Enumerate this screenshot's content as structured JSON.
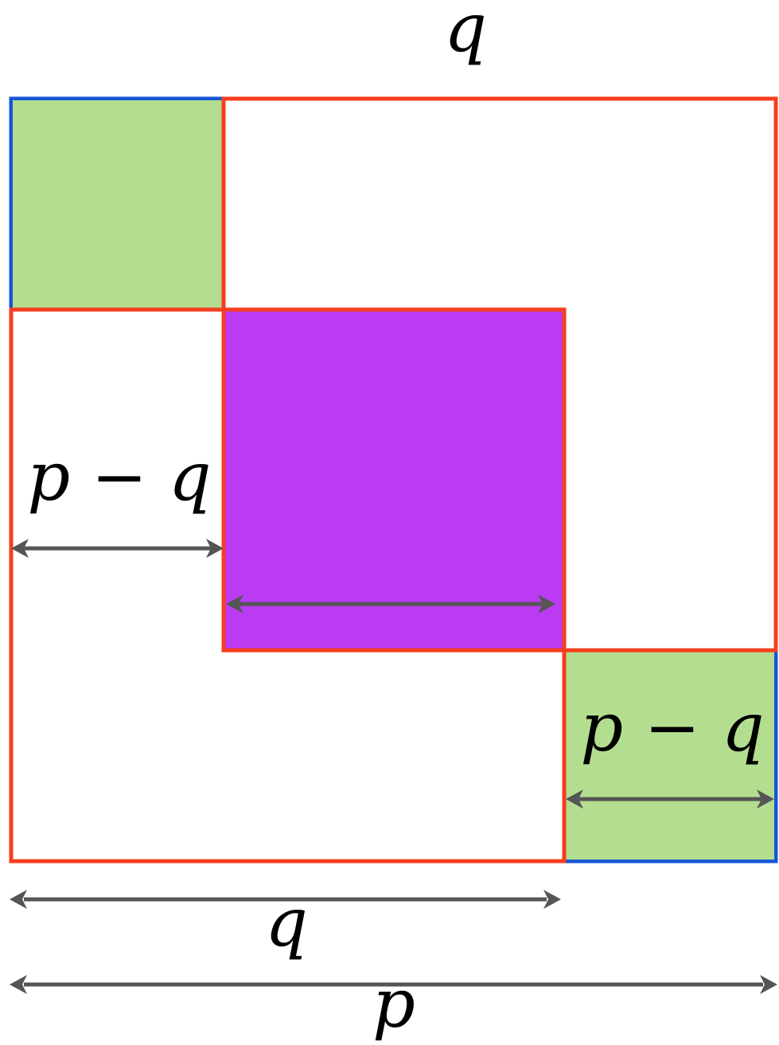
{
  "labels": {
    "top_q": "q",
    "left_p_minus_q": "p − q",
    "right_p_minus_q": "p − q",
    "bottom_q": "q",
    "bottom_p": "p"
  },
  "colors": {
    "green_fill": "#b4de8f",
    "purple_fill": "#bb3bf3",
    "red_outline": "#f53e1f",
    "blue_outline": "#1656d6",
    "arrow": "#555555"
  }
}
